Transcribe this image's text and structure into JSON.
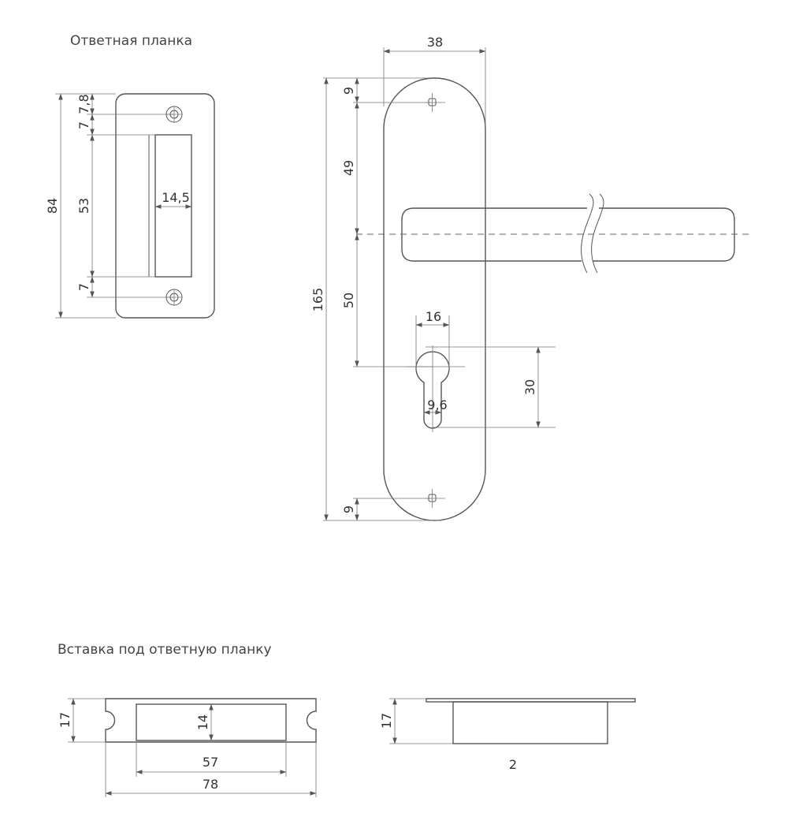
{
  "titles": {
    "strike_plate": "Ответная планка",
    "strike_insert": "Вставка под ответную планку"
  },
  "strike_plate": {
    "height_total": "84",
    "top_offset": "7,8",
    "upper_gap": "7",
    "slot_height": "53",
    "lower_gap": "7",
    "slot_width": "14,5"
  },
  "handle_plate": {
    "width": "38",
    "height_total": "165",
    "top_hole_offset": "9",
    "hole_to_handle_axis": "49",
    "handle_axis_to_cylinder": "50",
    "cylinder_width": "16",
    "cylinder_height": "30",
    "cylinder_narrow_width": "9,6",
    "bottom_hole_offset": "9"
  },
  "strike_insert": {
    "front_height": "17",
    "pocket_height": "14",
    "pocket_length": "57",
    "total_length": "78",
    "side_height": "17",
    "flange_thickness": "2"
  },
  "colors": {
    "line": "#555555",
    "text": "#333333"
  }
}
